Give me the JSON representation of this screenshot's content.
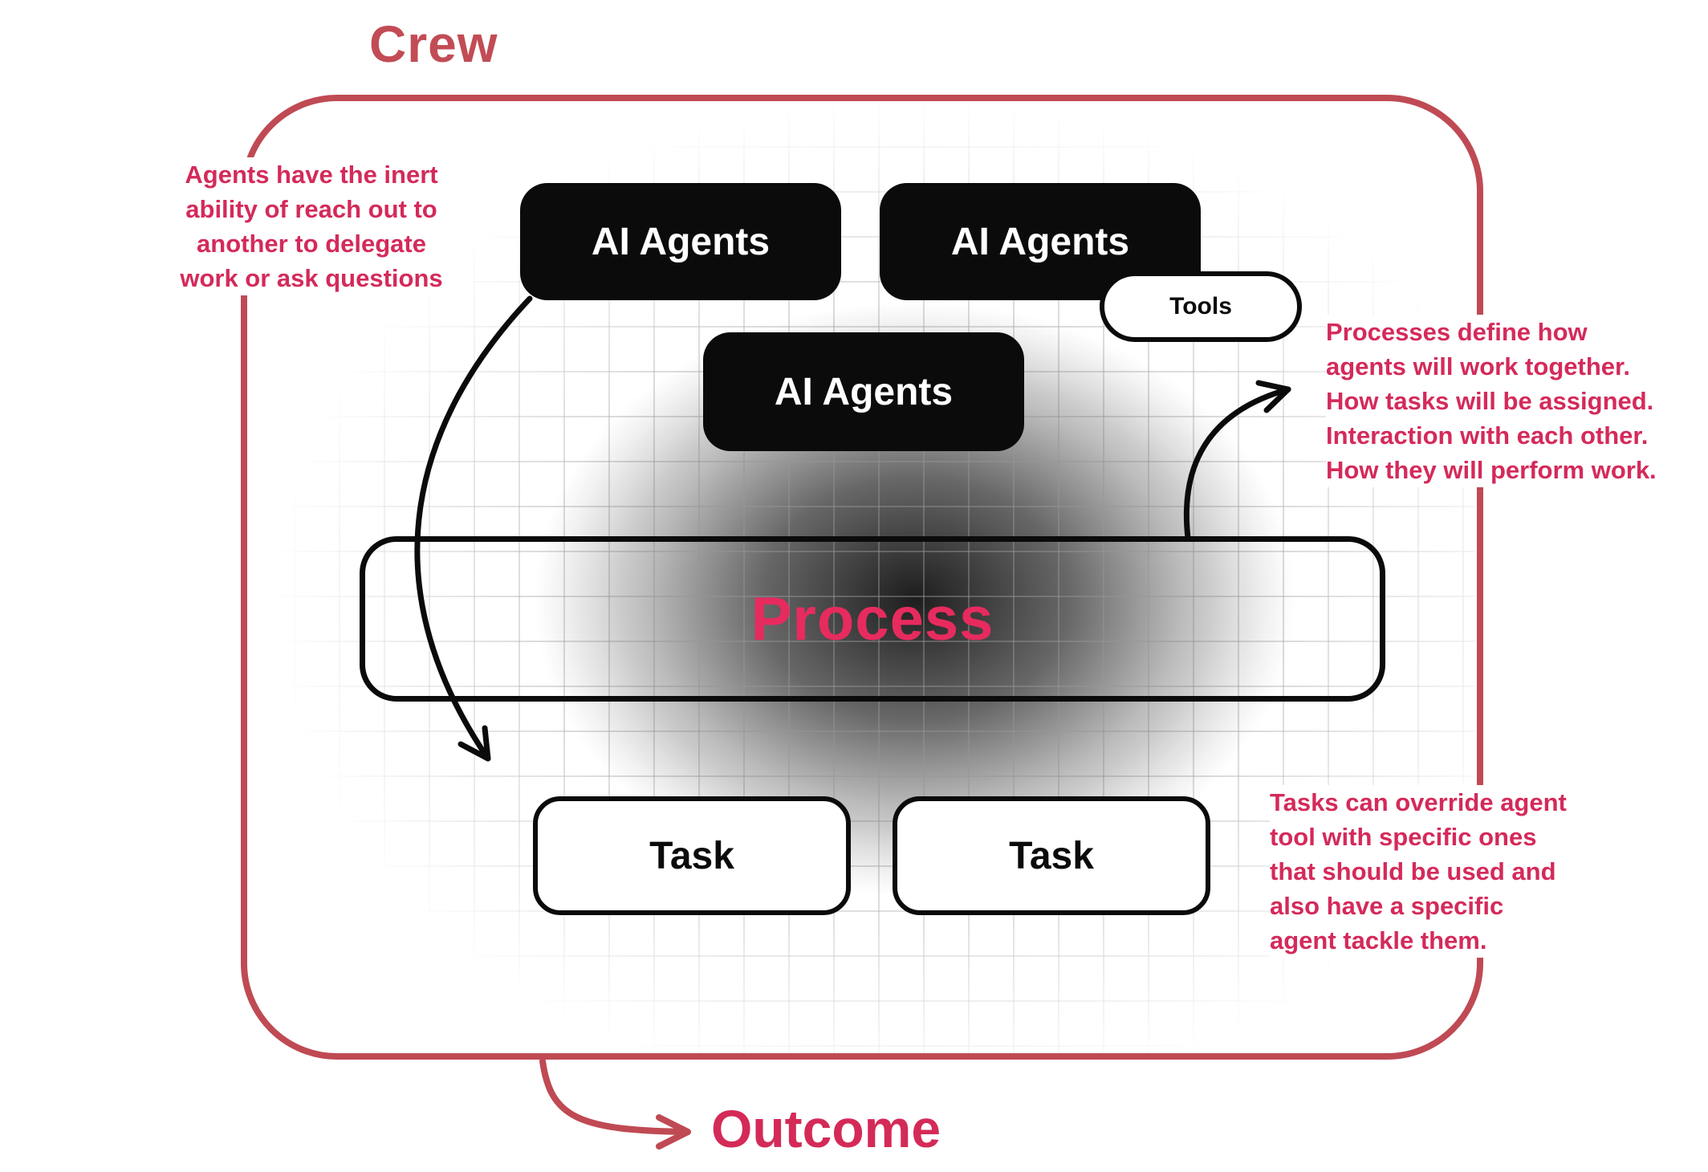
{
  "diagram": {
    "title": "Crew",
    "outcome": "Outcome",
    "agent_boxes": [
      {
        "label": "AI Agents"
      },
      {
        "label": "AI Agents"
      },
      {
        "label": "AI Agents"
      }
    ],
    "tools_label": "Tools",
    "process_label": "Process",
    "task_boxes": [
      {
        "label": "Task"
      },
      {
        "label": "Task"
      }
    ],
    "annotations": {
      "left": "Agents have the inert\nability of reach out to\nanother to delegate\nwork or ask questions",
      "right_top": "Processes define how\nagents will work together.\nHow tasks will be assigned.\nInteraction with each other.\nHow they will perform work.",
      "right_bottom": "Tasks can override agent\ntool with specific ones\nthat should be used and\nalso have a specific\nagent tackle them."
    },
    "colors": {
      "crew_border_red": "#bf4a54",
      "annotation_crimson": "#d42a5a",
      "process_crimson": "#e72b5e",
      "box_black": "#0b0b0b",
      "grid_gray": "#969696"
    }
  }
}
